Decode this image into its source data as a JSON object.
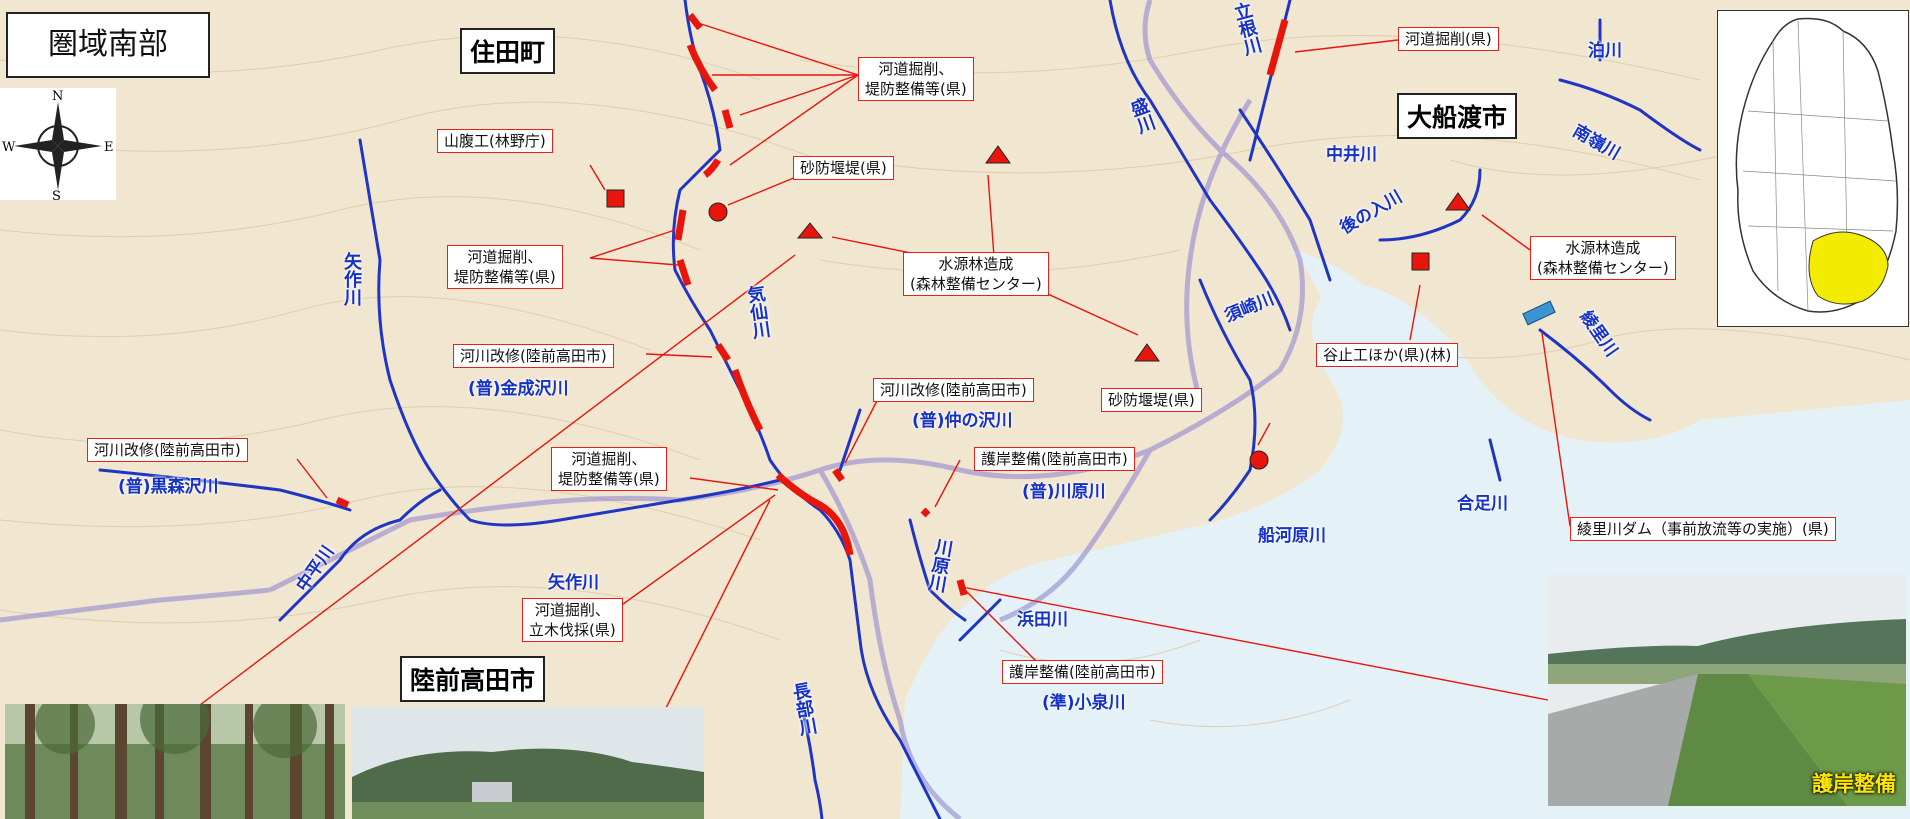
{
  "title": "圏域南部",
  "compass": {
    "n": "N",
    "s": "S",
    "e": "E",
    "w": "W"
  },
  "cities": {
    "sumita": "住田町",
    "ofunato": "大船渡市",
    "rikuzentakata": "陸前高田市"
  },
  "rivers": {
    "yasaku_v": "矢作川",
    "kesen": "気仙川",
    "sakari": "盛川",
    "tatene": "立根川",
    "tomari": "泊川",
    "nanrei": "南嶺川",
    "nakai": "中井川",
    "atonoiri": "後の入川",
    "ryori": "綾里川",
    "susaki": "須崎川",
    "kanenarisawa": "(普)金成沢川",
    "nakanosawa": "(普)仲の沢川",
    "kawahara": "(普)川原川",
    "kawahara_v": "川原川",
    "kuromorisawa": "(普)黒森沢川",
    "nakadaira": "中平川",
    "yasaku": "矢作川",
    "funagawara": "船河原川",
    "goashi": "合足川",
    "hamada": "浜田川",
    "koizumi": "(準)小泉川",
    "nagabe": "長部川"
  },
  "labels": {
    "excavation_top": "河道掘削、\n堤防整備等(県)",
    "forest_agency": "山腹工(林野庁)",
    "sabo_upper": "砂防堰堤(県)",
    "excavation_mid": "河道掘削、\n堤防整備等(県)",
    "suigen_center": "水源林造成\n(森林整備センター)",
    "river_imp_kanenari": "河川改修(陸前高田市)",
    "river_imp_nakanosawa": "河川改修(陸前高田市)",
    "sabo_lower": "砂防堰堤(県)",
    "river_imp_kuromori": "河川改修(陸前高田市)",
    "excavation_low": "河道掘削、\n堤防整備等(県)",
    "revetment_kawahara": "護岸整備(陸前高田市)",
    "excavation_tree": "河道掘削、\n立木伐採(県)",
    "revetment_koizumi": "護岸整備(陸前高田市)",
    "excavation_tatene": "河道掘削(県)",
    "suigen_right": "水源林造成\n(森林整備センター)",
    "taniyome": "谷止工ほか(県)(林)",
    "ryori_dam": "綾里川ダム（事前放流等の実施）(県)"
  },
  "photo_caption": "護岸整備",
  "colors": {
    "works": "#e8150d",
    "river": "#1f35c4",
    "basin": "#8a7fd0",
    "land": "#f3ead7",
    "sea": "#e6f3f8",
    "dam": "#3b93d4"
  }
}
